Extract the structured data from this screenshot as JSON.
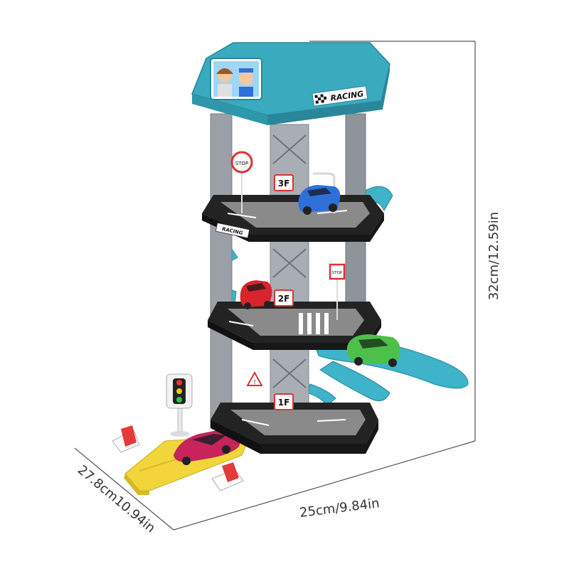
{
  "image": {
    "description_colors": {
      "roof": "#3aaabf",
      "roof_dark": "#2a8799",
      "pillar": "#9aa0a6",
      "floor": "#232323",
      "ramp": "#3eb3c9",
      "yellow_track": "#f2d53a",
      "car_blue": "#2f6fd8",
      "car_red": "#d8242c",
      "car_green": "#4cc04a",
      "car_magenta": "#c6245a"
    }
  },
  "toy": {
    "roof_sign": "RACING",
    "floor_labels": [
      "3F",
      "2F",
      "1F"
    ],
    "stop_sign": "STOP",
    "ledge_sign": "RACING"
  },
  "dimensions": {
    "height": "32cm/12.59in",
    "width": "25cm/9.84in",
    "depth": "27.8cm10.94in"
  }
}
